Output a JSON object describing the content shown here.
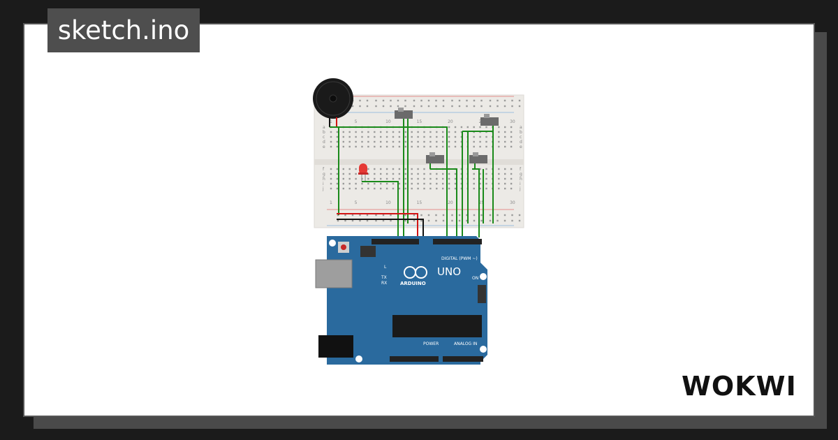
{
  "header": {
    "title": "sketch.ino"
  },
  "brand": {
    "logo_text": "WOKWI"
  },
  "board": {
    "model": "UNO",
    "brand": "ARDUINO",
    "section_digital": "DIGITAL (PWM ~)",
    "section_power": "POWER",
    "section_analog": "ANALOG IN",
    "led_l": "L",
    "led_tx": "TX",
    "led_rx": "RX",
    "led_on": "ON",
    "color": "#2a6a9e"
  },
  "breadboard": {
    "col_numbers": [
      "1",
      "5",
      "10",
      "15",
      "20",
      "25",
      "30"
    ],
    "row_letters_top": [
      "a",
      "b",
      "c",
      "d",
      "e"
    ],
    "row_letters_bottom": [
      "f",
      "g",
      "h",
      "i",
      "j"
    ]
  },
  "components": {
    "buzzer": "buzzer",
    "led": {
      "color": "#e53935"
    },
    "switch_count": 4
  },
  "colors": {
    "wire_signal": "#1a8a1a",
    "wire_power": "#d21414",
    "wire_ground": "#111111"
  }
}
